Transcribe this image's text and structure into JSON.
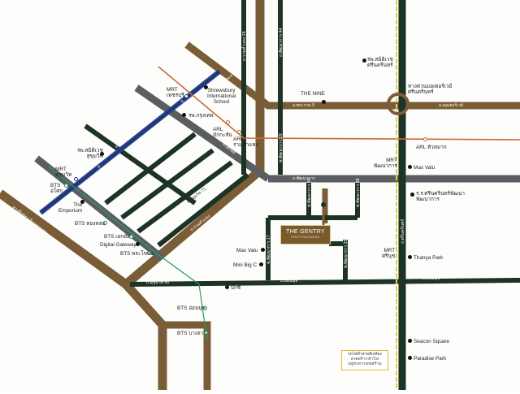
{
  "colors": {
    "dark_road": "#1d3325",
    "brown_road": "#7a5d37",
    "grey_road": "#5b5e60",
    "bts_line": "#27409a",
    "arl_line": "#c96a3b",
    "bts_station": "#2a9a6a",
    "yellow_line": "#e8cf3a"
  },
  "project": {
    "name": "THE GENTRY",
    "subtitle": "PHATTHANAKAN"
  },
  "note": {
    "line1": "รถไฟฟ้าสายสีเหลือง",
    "line2": "ลาดพร้าว-สำโรง",
    "line3": "(อยู่ระหว่างก่อสร้าง)"
  },
  "roads": {
    "rama9_short": "ถ.พระราม 9",
    "rama9_right": "ถ.พระราม 9",
    "motorway": "ถ.มอเตอร์เวย์",
    "phatthanakan": "ถ.พัฒนาการ",
    "srinakarin": "ถ.ศรีนครินทร์",
    "onnut": "ถ.อ่อนนุช",
    "onnut_right": "ถ.อ่อนนุช",
    "sukhumvit": "ถ.สุขุมวิท",
    "sukhumvit_50": "ถ.สุขุมวิท 50",
    "sukhumvit_62": "ถ.สุขุมวิท 62",
    "sukhumvit_71": "ถ.สุขุมวิท 71",
    "sukhumvit_63": "ถ.สุขุมวิท 63",
    "phetchaburi": "ถ.เพชรบุรี",
    "thonglor": "ถ.ทองหล่อ",
    "ekkamai": "ถ.เอกมัย",
    "ramkhamhaeng": "ถ.รามคำแหง",
    "rama4": "ถ.พระราม 4",
    "expressway": "ทางพิเศษเฉลิมมหานคร",
    "ramkhamhaeng_24": "ถ.รามคำแหง 24",
    "phatthanakan_44": "ถ.พัฒนาการ 44",
    "soi_pattanakan_29": "ซ.พัฒนาการ 29",
    "soi_pattanakan_17": "ซ.พัฒนาการ 17",
    "soi_pattanakan_30": "ซ.พัฒนาการ 30",
    "soi_pattanakan_38": "ซ.พัฒนาการ 38",
    "soi_pattanakan_25": "ซ.พัฒนาการ 25"
  },
  "places": {
    "mrt_phetchaburi": "MRT\nเพชรบุรี",
    "shrewsbury": "Shrewsbury\nInternational\nSchool",
    "bkk_hospital": "รพ.กรุงเทพ",
    "arl_ramkhamhaeng": "ARL\nรามคำแหง",
    "arl_makkasan": "ARL\nมักกะสัน",
    "bnh_samitivej": "รพ.สมิติเวช\nสุขุมวิท",
    "mrt_sukhumvit": "MRT\nสุขุมวิท",
    "bts_asok": "BTS\nอโศก",
    "emporium": "The\nEmporium",
    "bts_thonglor": "BTS ทองหล่อ",
    "bts_ekkamai": "BTS เอกมัย",
    "digital_gateway": "Digital Gateway",
    "bts_phrakhanong": "BTS พระโขนง",
    "the_nine": "THE NINE",
    "samitivej_srinakarin": "รพ.สมิติเวช\nศรีนครินทร์",
    "motorway_junction": "ทางด่วนมอเตอร์เวย์\nศรีนครินทร์",
    "arl_huamak": "ARL หัวหมาก",
    "mrt_phatthanakan": "MRT\nพัฒนาการ",
    "max_valu_1": "Max Valu",
    "max_valu_2": "Max Valu",
    "mini_big_c": "Mini Big C",
    "school_srinakarin": "ร.ร.ศรีนครินทร์พัฒนา\nพัฒนาการ",
    "mrt_srinut": "MRT\nศรีนุช",
    "thanya_park": "Thanya Park",
    "lotus": "บิ๊กซี",
    "bts_onnut": "BTS อ่อนนุช",
    "bts_bangchak": "BTS บางจาก",
    "seacon": "Seacon Square",
    "paradise": "Paradise Park"
  }
}
